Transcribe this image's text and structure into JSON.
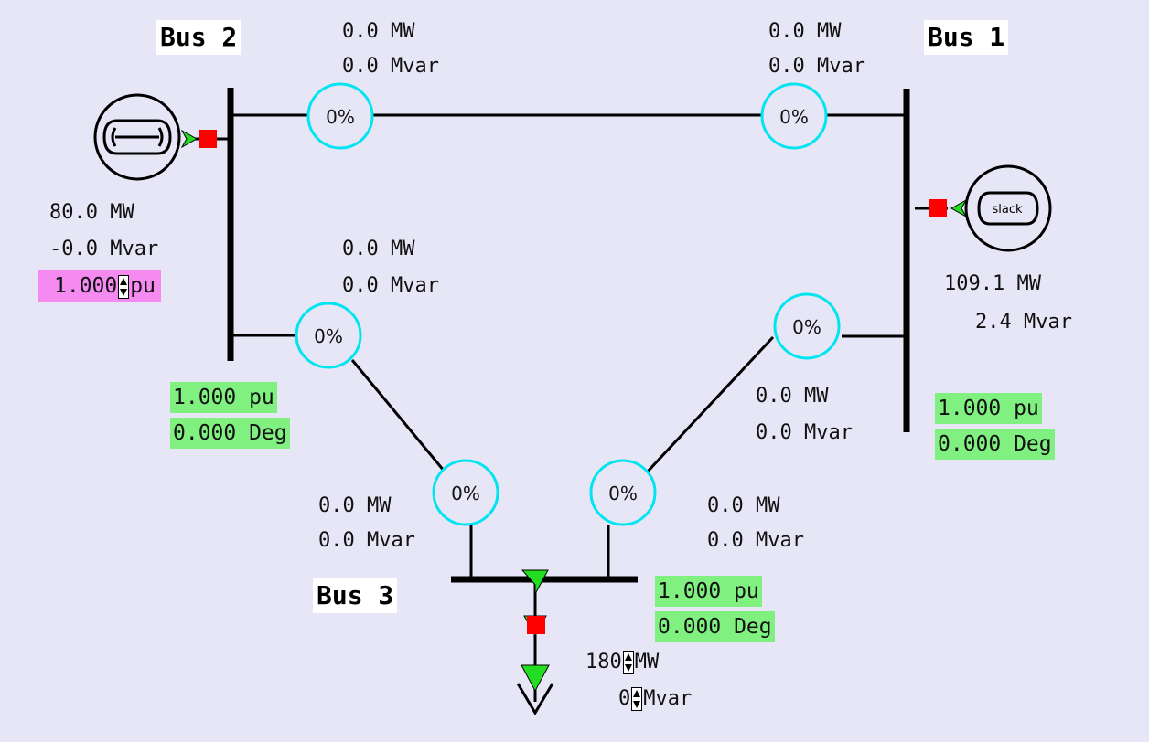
{
  "buses": {
    "bus1": {
      "name": "Bus 1",
      "voltage": "1.000 pu",
      "angle": "0.000 Deg"
    },
    "bus2": {
      "name": "Bus 2",
      "voltage": "1.000 pu",
      "angle": "0.000 Deg"
    },
    "bus3": {
      "name": "Bus 3",
      "voltage": "1.000 pu",
      "angle": "0.000 Deg"
    }
  },
  "generators": {
    "gen2": {
      "mw": "80.0 MW",
      "mvar": "-0.0 Mvar",
      "setpoint_value": "1.000",
      "setpoint_unit": "pu"
    },
    "gen1": {
      "mw": "109.1 MW",
      "mvar": "2.4 Mvar",
      "slack_label": "slack"
    }
  },
  "load3": {
    "mw_value": "180",
    "mw_unit": "MW",
    "mvar_value": "0",
    "mvar_unit": "Mvar"
  },
  "flows": {
    "line12_bus2_end": {
      "mw": "0.0 MW",
      "mvar": "0.0 Mvar",
      "loading": "0%"
    },
    "line12_bus1_end": {
      "mw": "0.0 MW",
      "mvar": "0.0 Mvar",
      "loading": "0%"
    },
    "line23_bus2_end": {
      "mw": "0.0 MW",
      "mvar": "0.0 Mvar",
      "loading": "0%"
    },
    "line23_bus3_end": {
      "mw": "0.0 MW",
      "mvar": "0.0 Mvar",
      "loading": "0%"
    },
    "line13_bus1_end": {
      "mw": "0.0 MW",
      "mvar": "0.0 Mvar",
      "loading": "0%"
    },
    "line13_bus3_end": {
      "mw": "0.0 MW",
      "mvar": "0.0 Mvar",
      "loading": "0%"
    }
  },
  "colors": {
    "background": "#e6e6f7",
    "line": "#000000",
    "loading_circle": "#00e5f0",
    "breaker": "#ff0000",
    "arrow": "#22dd22",
    "value_box": "#80f080",
    "setpoint_box": "#f58af0"
  }
}
